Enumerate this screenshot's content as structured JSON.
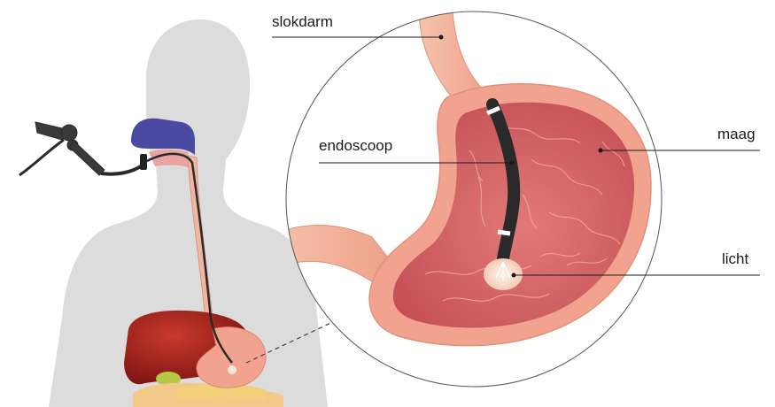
{
  "labels": {
    "esophagus": "slokdarm",
    "endoscope": "endoscoop",
    "stomach": "maag",
    "light": "licht"
  },
  "colors": {
    "silhouette": "#dcdcdc",
    "nasal_cavity": "#4a4aa3",
    "liver": "#a5201c",
    "stomach_outer": "#f2a38f",
    "stomach_inner": "#d9676a",
    "esophagus": "#f4b59d",
    "endoscope": "#2a2a2a",
    "leader_line": "#1a1a1a"
  }
}
